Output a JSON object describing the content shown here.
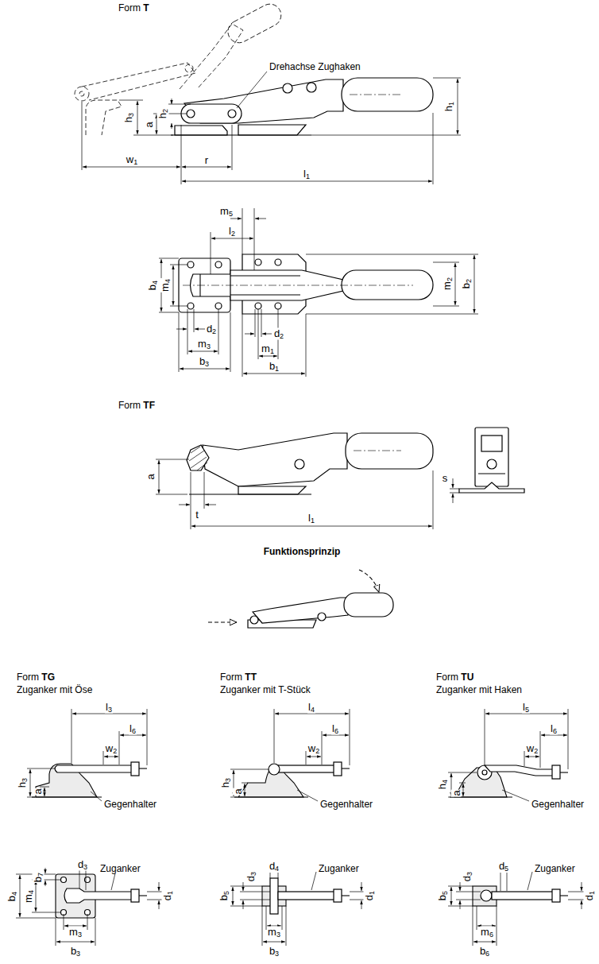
{
  "diagram": {
    "labels": [
      "Form T",
      "Drehachse Zughaken",
      "h3",
      "h2",
      "a",
      "h1",
      "w1",
      "r",
      "l1",
      "m5",
      "l2",
      "b4",
      "m4",
      "m2",
      "b2",
      "d2",
      "d2",
      "m3",
      "m1",
      "b3",
      "b1",
      "Form TF",
      "a",
      "s",
      "t",
      "l1",
      "Funktionsprinzip",
      "Form TG",
      "Zuganker mit Öse",
      "l3",
      "l6",
      "w2",
      "h3",
      "a",
      "Gegenhalter",
      "d3",
      "Zuganker",
      "b7",
      "b4",
      "m4",
      "d1",
      "m3",
      "b3",
      "Form TT",
      "Zuganker mit T-Stück",
      "l4",
      "l6",
      "w2",
      "h3",
      "a",
      "Gegenhalter",
      "d3",
      "d4",
      "Zuganker",
      "d1",
      "b5",
      "m3",
      "b3",
      "Form TU",
      "Zuganker mit Haken",
      "l5",
      "l6",
      "w2",
      "h4",
      "a",
      "Gegenhalter",
      "d3",
      "d5",
      "Zuganker",
      "d1",
      "b5",
      "m6",
      "b6"
    ]
  }
}
